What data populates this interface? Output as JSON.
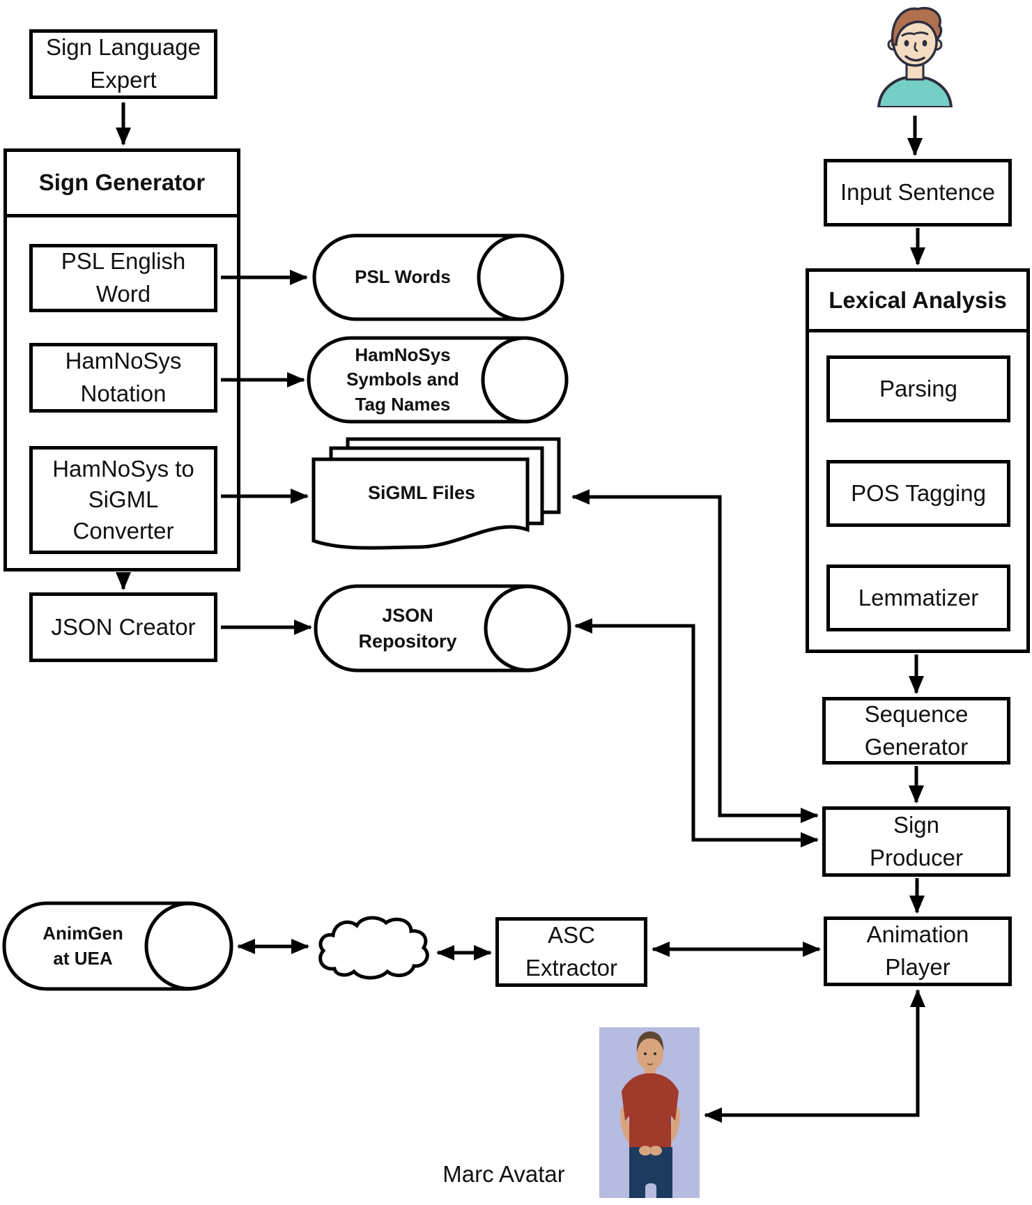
{
  "nodes": {
    "sign_language_expert": {
      "label": "Sign Language\nExpert"
    },
    "sign_generator": {
      "title": "Sign Generator"
    },
    "psl_english_word": {
      "label": "PSL English\nWord"
    },
    "hamnosys_notation": {
      "label": "HamNoSys\nNotation"
    },
    "hamnosys_to_sigml_converter": {
      "label": "HamNoSys to\nSiGML\nConverter"
    },
    "json_creator": {
      "label": "JSON Creator"
    },
    "psl_words": {
      "label": "PSL Words"
    },
    "hamnosys_symbols": {
      "label": "HamNoSys\nSymbols and\nTag Names"
    },
    "sigml_files": {
      "label": "SiGML Files"
    },
    "json_repository": {
      "label": "JSON\nRepository"
    },
    "input_sentence": {
      "label": "Input Sentence"
    },
    "lexical_analysis": {
      "title": "Lexical Analysis"
    },
    "parsing": {
      "label": "Parsing"
    },
    "pos_tagging": {
      "label": "POS Tagging"
    },
    "lemmatizer": {
      "label": "Lemmatizer"
    },
    "sequence_generator": {
      "label": "Sequence\nGenerator"
    },
    "sign_producer": {
      "label": "Sign\nProducer"
    },
    "animation_player": {
      "label": "Animation\nPlayer"
    },
    "animgen_at_uea": {
      "label": "AnimGen\nat UEA"
    },
    "asc_extractor": {
      "label": "ASC Extractor"
    },
    "marc_avatar": {
      "label": "Marc Avatar"
    }
  },
  "icons": {
    "user": "user-person-icon",
    "cloud": "network-cloud-icon",
    "marc": "marc-avatar-image"
  },
  "colors": {
    "stroke": "#000000",
    "user_outline": "#2e2e3e",
    "user_shirt": "#76cfc7",
    "user_skin": "#f4dcc2",
    "user_hair": "#b0714f",
    "avatar_bg": "#b6bbe0",
    "avatar_shirt": "#a03a2b",
    "avatar_jeans": "#1d3a5f",
    "avatar_skin": "#d8a47e",
    "avatar_hair": "#5f4631"
  }
}
